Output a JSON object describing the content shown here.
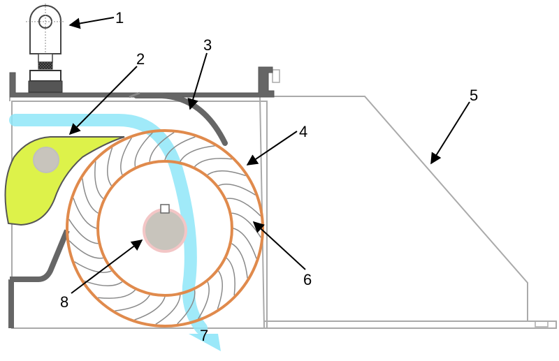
{
  "colors": {
    "frame": "#555555",
    "outline": "#aaaaaa",
    "flow": "#8fe6f8",
    "rotor": "#e08a4c",
    "blade": "#8a8a8a",
    "shaft": "#c8c4bc",
    "shaft_ring": "#f3c6c6",
    "guide": "#ddf24a",
    "pivot": "#c8c4bc",
    "hatch": "#333333"
  },
  "callouts": [
    {
      "id": "1",
      "text": "1"
    },
    {
      "id": "2",
      "text": "2"
    },
    {
      "id": "3",
      "text": "3"
    },
    {
      "id": "4",
      "text": "4"
    },
    {
      "id": "5",
      "text": "5"
    },
    {
      "id": "6",
      "text": "6"
    },
    {
      "id": "7",
      "text": "7"
    },
    {
      "id": "8",
      "text": "8"
    }
  ],
  "rotor": {
    "blade_count": 28
  }
}
